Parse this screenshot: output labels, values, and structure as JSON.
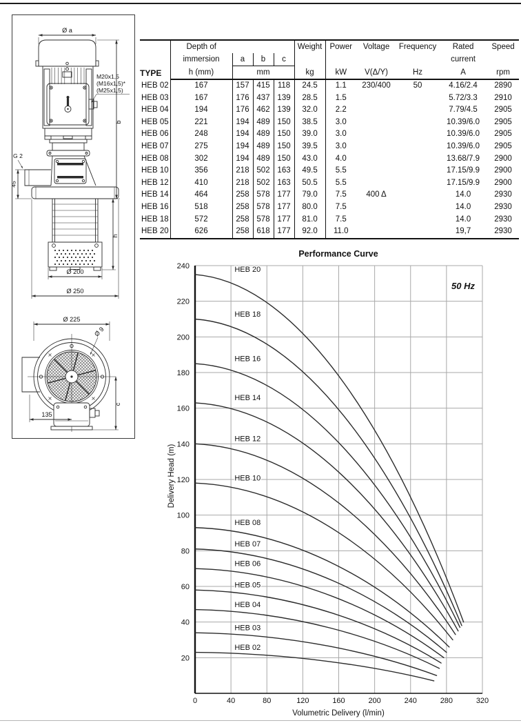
{
  "drawing": {
    "labels": {
      "dia_a": "Ø a",
      "thread_1": "M20x1,5",
      "thread_2": "(M16x1,5)*",
      "thread_3": "(M25x1,5)",
      "dim_b": "b",
      "conn": "G 2",
      "dim_45": "45",
      "dim_h": "h",
      "dia_200": "Ø 200",
      "dia_250": "Ø 250",
      "dia_225": "Ø 225",
      "dia_9": "Ø 9",
      "dim_c": "c",
      "dim_135": "135"
    }
  },
  "table": {
    "header": {
      "type": "TYPE",
      "depth_line1": "Depth of",
      "depth_line2": "immersion",
      "depth_line3": "h (mm)",
      "a": "a",
      "b": "b",
      "c": "c",
      "mm": "mm",
      "weight": "Weight",
      "weight_unit": "kg",
      "power": "Power",
      "power_unit": "kW",
      "voltage": "Voltage",
      "voltage_unit": "V(Δ/Y)",
      "frequency": "Frequency",
      "frequency_unit": "Hz",
      "rated_line1": "Rated",
      "rated_line2": "current",
      "rated_unit": "A",
      "speed": "Speed",
      "speed_unit": "rpm"
    },
    "rows": [
      [
        "HEB 02",
        "167",
        "157",
        "415",
        "118",
        "24.5",
        "1.1",
        "230/400",
        "50",
        "4.16/2.4",
        "2890"
      ],
      [
        "HEB 03",
        "167",
        "176",
        "437",
        "139",
        "28.5",
        "1.5",
        "",
        "",
        "5.72/3.3",
        "2910"
      ],
      [
        "HEB 04",
        "194",
        "176",
        "462",
        "139",
        "32.0",
        "2.2",
        "",
        "",
        "7.79/4.5",
        "2905"
      ],
      [
        "HEB 05",
        "221",
        "194",
        "489",
        "150",
        "38.5",
        "3.0",
        "",
        "",
        "10.39/6.0",
        "2905"
      ],
      [
        "HEB 06",
        "248",
        "194",
        "489",
        "150",
        "39.0",
        "3.0",
        "",
        "",
        "10.39/6.0",
        "2905"
      ],
      [
        "HEB 07",
        "275",
        "194",
        "489",
        "150",
        "39.5",
        "3.0",
        "",
        "",
        "10.39/6.0",
        "2905"
      ],
      [
        "HEB 08",
        "302",
        "194",
        "489",
        "150",
        "43.0",
        "4.0",
        "",
        "",
        "13.68/7.9",
        "2900"
      ],
      [
        "HEB 10",
        "356",
        "218",
        "502",
        "163",
        "49.5",
        "5.5",
        "",
        "",
        "17.15/9.9",
        "2900"
      ],
      [
        "HEB 12",
        "410",
        "218",
        "502",
        "163",
        "50.5",
        "5.5",
        "",
        "",
        "17.15/9.9",
        "2900"
      ],
      [
        "HEB 14",
        "464",
        "258",
        "578",
        "177",
        "79.0",
        "7.5",
        "400 Δ",
        "",
        "14.0",
        "2930"
      ],
      [
        "HEB 16",
        "518",
        "258",
        "578",
        "177",
        "80.0",
        "7.5",
        "",
        "",
        "14.0",
        "2930"
      ],
      [
        "HEB 18",
        "572",
        "258",
        "578",
        "177",
        "81.0",
        "7.5",
        "",
        "",
        "14.0",
        "2930"
      ],
      [
        "HEB 20",
        "626",
        "258",
        "618",
        "177",
        "92.0",
        "11.0",
        "",
        "",
        "19,7",
        "2930"
      ]
    ]
  },
  "chart_data": {
    "type": "line",
    "title": "Performance Curve",
    "annotation": "50 Hz",
    "xlabel": "Volumetric Delivery (l/min)",
    "ylabel": "Delivery Head (m)",
    "xlim": [
      0,
      320
    ],
    "ylim": [
      0,
      240
    ],
    "xticks": [
      0,
      40,
      80,
      120,
      160,
      200,
      240,
      280,
      320
    ],
    "yticks": [
      20,
      40,
      60,
      80,
      100,
      120,
      140,
      160,
      180,
      200,
      220,
      240
    ],
    "grid": true,
    "legend_position": "inline-labels",
    "series": [
      {
        "name": "HEB 02",
        "points": [
          [
            0,
            23
          ],
          [
            160,
            17
          ],
          [
            266,
            7
          ]
        ]
      },
      {
        "name": "HEB 03",
        "points": [
          [
            0,
            34
          ],
          [
            160,
            26
          ],
          [
            269,
            10
          ]
        ]
      },
      {
        "name": "HEB 04",
        "points": [
          [
            0,
            47
          ],
          [
            160,
            36
          ],
          [
            272,
            14
          ]
        ]
      },
      {
        "name": "HEB 05",
        "points": [
          [
            0,
            58
          ],
          [
            160,
            45
          ],
          [
            274,
            17
          ]
        ]
      },
      {
        "name": "HEB 06",
        "points": [
          [
            0,
            70
          ],
          [
            160,
            55
          ],
          [
            277,
            20
          ]
        ]
      },
      {
        "name": "HEB 07",
        "points": [
          [
            0,
            81
          ],
          [
            160,
            64
          ],
          [
            280,
            23
          ]
        ]
      },
      {
        "name": "HEB 08",
        "points": [
          [
            0,
            93
          ],
          [
            160,
            74
          ],
          [
            283,
            26
          ]
        ]
      },
      {
        "name": "HEB 10",
        "points": [
          [
            0,
            118
          ],
          [
            160,
            95
          ],
          [
            287,
            30
          ]
        ]
      },
      {
        "name": "HEB 12",
        "points": [
          [
            0,
            140
          ],
          [
            160,
            114
          ],
          [
            290,
            33
          ]
        ]
      },
      {
        "name": "HEB 14",
        "points": [
          [
            0,
            163
          ],
          [
            160,
            133
          ],
          [
            293,
            35
          ]
        ]
      },
      {
        "name": "HEB 16",
        "points": [
          [
            0,
            185
          ],
          [
            160,
            152
          ],
          [
            295,
            37
          ]
        ]
      },
      {
        "name": "HEB 18",
        "points": [
          [
            0,
            210
          ],
          [
            160,
            172
          ],
          [
            297,
            38
          ]
        ]
      },
      {
        "name": "HEB 20",
        "points": [
          [
            0,
            235
          ],
          [
            160,
            178
          ],
          [
            299,
            40
          ]
        ]
      }
    ]
  }
}
